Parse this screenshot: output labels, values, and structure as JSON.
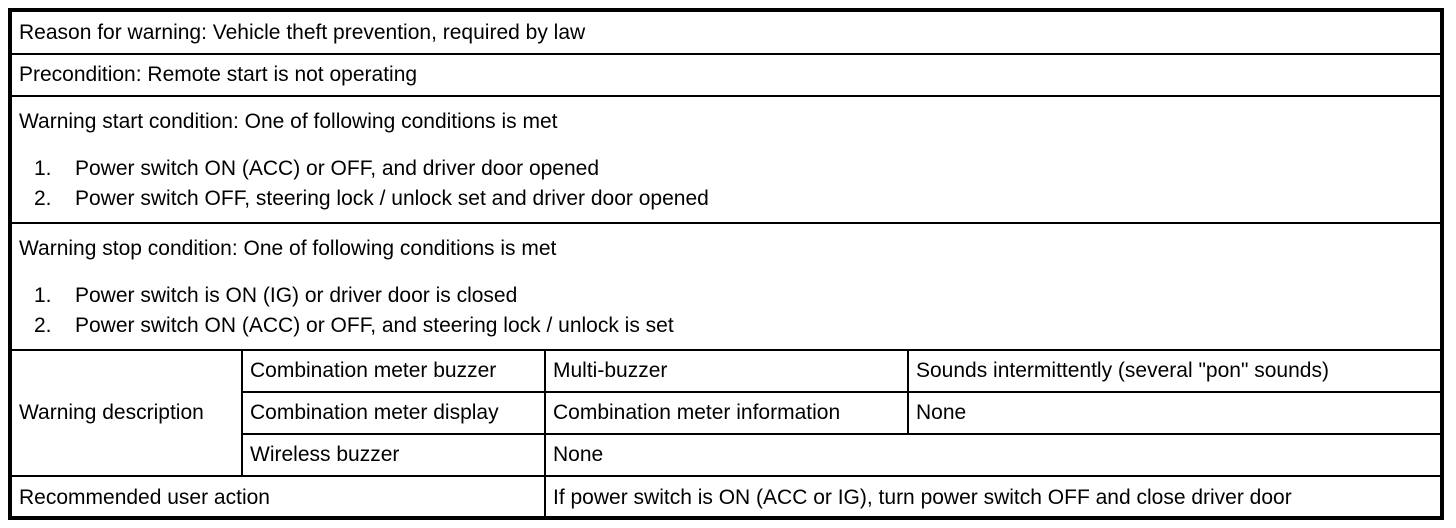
{
  "table": {
    "rows": {
      "reason": {
        "text": "Reason for warning: Vehicle theft prevention, required by law"
      },
      "precondition": {
        "text": "Precondition: Remote start is not operating"
      },
      "start_condition": {
        "title": "Warning start condition: One of following conditions is met",
        "items": [
          {
            "num": "1.",
            "text": "Power switch ON (ACC) or OFF, and driver door opened"
          },
          {
            "num": "2.",
            "text": "Power switch OFF, steering lock / unlock set and driver door opened"
          }
        ]
      },
      "stop_condition": {
        "title": "Warning stop condition: One of following conditions is met",
        "items": [
          {
            "num": "1.",
            "text": "Power switch is ON (IG) or driver door is closed"
          },
          {
            "num": "2.",
            "text": "Power switch ON (ACC) or OFF, and steering lock / unlock is set"
          }
        ]
      },
      "warning_description": {
        "label": "Warning description",
        "sub_rows": [
          {
            "device": "Combination meter buzzer",
            "channel": "Multi-buzzer",
            "behavior": "Sounds intermittently (several \"pon\" sounds)"
          },
          {
            "device": "Combination meter display",
            "channel": "Combination meter information",
            "behavior": "None"
          },
          {
            "device": "Wireless buzzer",
            "channel": "None",
            "behavior": ""
          }
        ]
      },
      "recommended_action": {
        "label": "Recommended user action",
        "text": "If power switch is ON (ACC or IG), turn power switch OFF and close driver door"
      }
    }
  }
}
